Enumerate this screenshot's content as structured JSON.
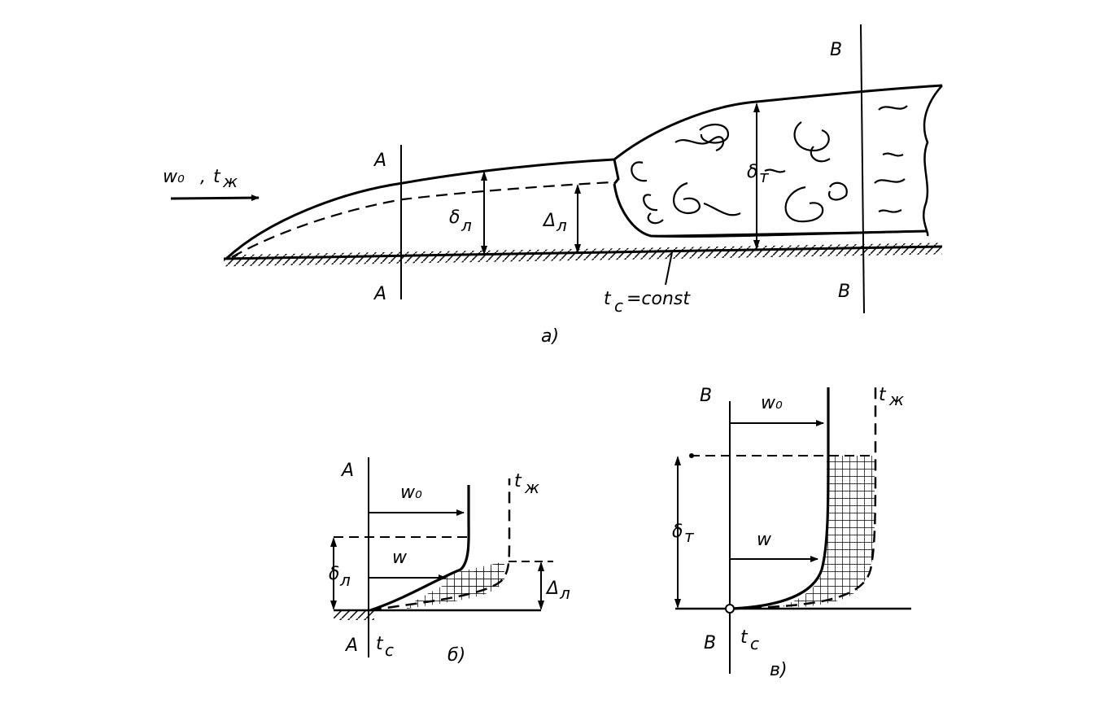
{
  "diagram_a": {
    "flow_w0": "w₀",
    "flow_t": "t",
    "flow_t_sub": "ж",
    "section_A_top": "A",
    "section_A_bottom": "A",
    "section_B_top": "B",
    "section_B_bottom": "B",
    "delta_laminar": "δ",
    "delta_laminar_sub": "л",
    "Delta_laminar": "Δ",
    "Delta_laminar_sub": "л",
    "delta_turbulent": "δ",
    "delta_turbulent_sub": "т",
    "wall_t": "t",
    "wall_t_sub": "с",
    "wall_const": "=const",
    "caption": "а)"
  },
  "diagram_b": {
    "section_top": "A",
    "section_bottom": "A",
    "w0": "w₀",
    "w": "w",
    "t_fluid": "t",
    "t_fluid_sub": "ж",
    "delta": "δ",
    "delta_sub": "л",
    "Delta": "Δ",
    "Delta_sub": "л",
    "t_wall": "t",
    "t_wall_sub": "с",
    "caption": "б)"
  },
  "diagram_c": {
    "section_top": "B",
    "section_bottom": "B",
    "w0": "w₀",
    "w": "w",
    "t_fluid": "t",
    "t_fluid_sub": "ж",
    "delta": "δ",
    "delta_sub": "т",
    "t_wall": "t",
    "t_wall_sub": "с",
    "caption": "в)"
  },
  "colors": {
    "ink": "#000000",
    "paper": "#ffffff"
  }
}
